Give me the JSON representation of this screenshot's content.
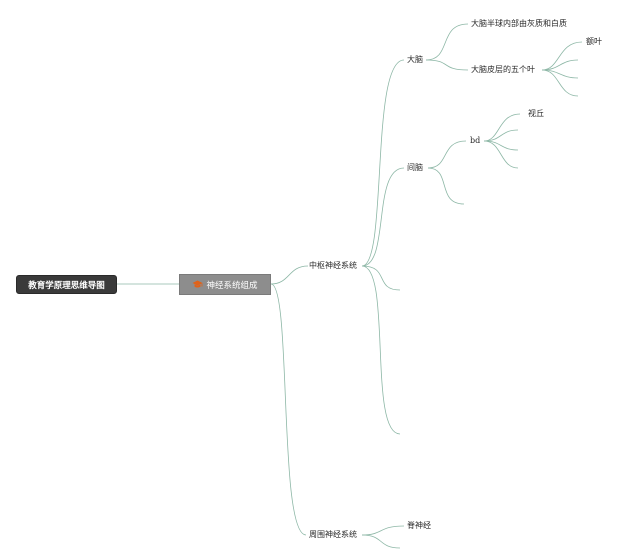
{
  "root": {
    "label": "教育学原理思维导图"
  },
  "main_topic": {
    "label": "神经系统组成",
    "icon": "graduation-cap-icon",
    "icon_color": "#e0621a"
  },
  "branches": {
    "central": {
      "label": "中枢神经系统",
      "children": {
        "cerebrum": {
          "label": "大脑",
          "children": {
            "gray_white": "大脑半球内部由灰质和白质",
            "five_lobes": "大脑皮层的五个叶",
            "frontal": "额叶"
          }
        },
        "diencephalon": {
          "label": "间脑",
          "children": {
            "bd": "bd",
            "thalamus": "视丘"
          }
        }
      }
    },
    "peripheral": {
      "label": "周围神经系统",
      "children": {
        "spinal_nerves": "脊神经"
      }
    }
  },
  "colors": {
    "connector": "#8db7a6",
    "root_bg": "#3a3a3a",
    "main_topic_bg": "#8d8d8d"
  }
}
